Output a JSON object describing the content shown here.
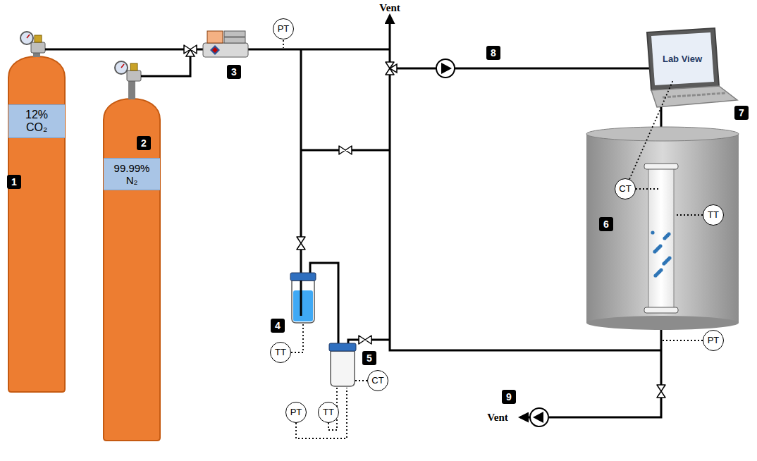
{
  "diagram": {
    "nodes": [
      {
        "text": [
          "12% CO₂"
        ]
      },
      {
        "text": [
          "99.99% N₂"
        ]
      },
      {
        "text": [
          "PT"
        ]
      },
      {
        "text": [
          "Lab View"
        ]
      },
      {
        "text": [
          "CT"
        ]
      },
      {
        "text": [
          "TT"
        ]
      },
      {
        "text": [
          "PT"
        ]
      },
      {
        "text": [
          "TT"
        ]
      },
      {
        "text": [
          "CT"
        ]
      },
      {
        "text": [
          "PT"
        ]
      },
      {
        "text": [
          "TT"
        ]
      }
    ],
    "edges": [
      {
        "from": 4,
        "to": 3,
        "arrow": "none"
      }
    ],
    "labels": [
      "Vent",
      "8",
      "7",
      "1",
      "2",
      "3",
      "6",
      "4",
      "5",
      "9",
      "Vent"
    ]
  }
}
